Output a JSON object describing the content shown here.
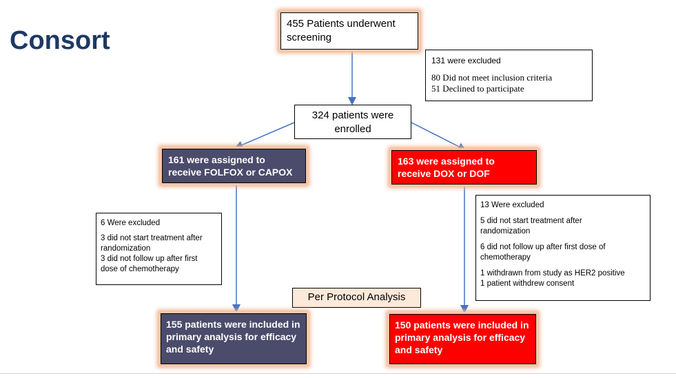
{
  "title": "Consort",
  "screening": {
    "line1": "455 Patients underwent",
    "line2": "screening"
  },
  "excluded_top": {
    "heading": "131 were excluded",
    "line1": "80 Did not meet inclusion criteria",
    "line2": "51 Declined to participate"
  },
  "enrolled": {
    "line1": "324 patients were",
    "line2": "enrolled"
  },
  "arm_left": {
    "line1": "161 were assigned to",
    "line2": "receive FOLFOX or CAPOX"
  },
  "arm_right": {
    "line1": "163 were assigned to",
    "line2": "receive DOX or DOF"
  },
  "excluded_left": {
    "heading": "6 Were excluded",
    "line1": "3 did not start treatment after",
    "line2": "randomization",
    "line3": "3 did not follow up after first",
    "line4": "dose of chemotherapy"
  },
  "excluded_right": {
    "heading": "13 Were excluded",
    "line1": "5 did not start treatment after",
    "line2": "randomization",
    "line3": "6 did not follow up after first dose of",
    "line4": "chemotherapy",
    "line5": "1 withdrawn from study as HER2 positive",
    "line6": "1 patient withdrew consent"
  },
  "per_protocol": "Per Protocol Analysis",
  "final_left": {
    "line1": "155 patients were included in",
    "line2": "primary analysis for efficacy",
    "line3": "and safety"
  },
  "final_right": {
    "line1": "150 patients were included in",
    "line2": "primary analysis for efficacy",
    "line3": "and safety"
  },
  "colors": {
    "title": "#1f3864",
    "left_arm_fill": "#4b4b6b",
    "right_arm_fill": "#ff0000",
    "glow": "#f0b08a",
    "arrow": "#4472c4",
    "per_protocol_fill": "#fde9d9"
  }
}
